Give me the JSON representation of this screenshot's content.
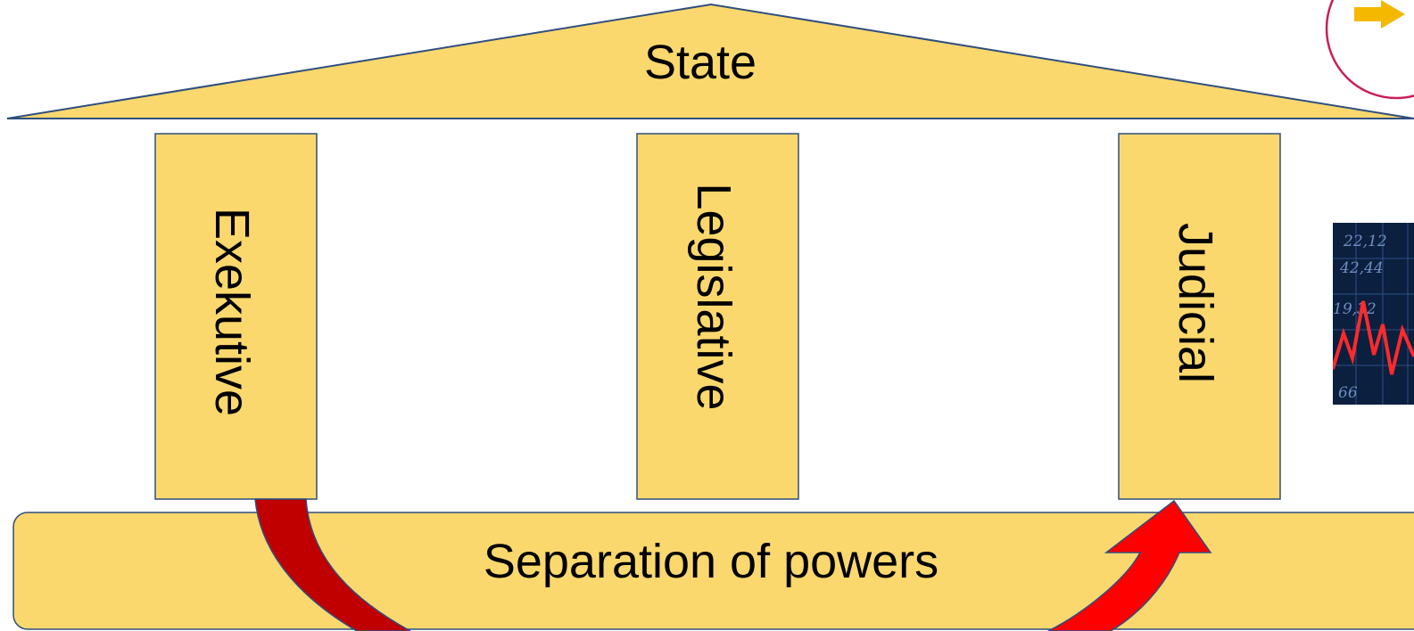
{
  "roof": {
    "label": "State"
  },
  "pillars": [
    {
      "label": "Exekutive"
    },
    {
      "label": "Legislative"
    },
    {
      "label": "Judicial"
    }
  ],
  "base": {
    "label": "Separation of powers"
  },
  "thumbnail": {
    "numbers": [
      "22,12",
      "42,44",
      "19,32",
      "66"
    ]
  },
  "colors": {
    "fill": "#FBD86E",
    "outline": "#2F4F7F",
    "arrow_dark": "#C00000",
    "arrow_bright": "#FF0000",
    "badge_ring": "#C81E5A",
    "badge_arrow": "#F5B800"
  }
}
